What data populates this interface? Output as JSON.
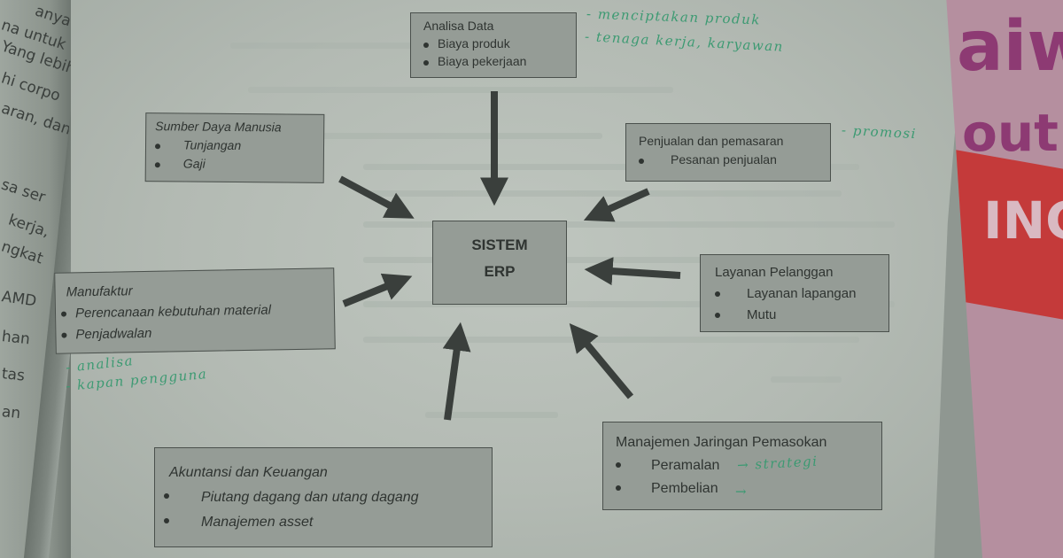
{
  "left_page_fragments": [
    "anya",
    "na untuk",
    "Yang lebih",
    "hi corpo",
    "aran, dan",
    "sa ser",
    "kerja,",
    "ngkat",
    "AMD",
    "han",
    "tas",
    "an"
  ],
  "cover_text": {
    "line1": "aiw",
    "line2": "out",
    "line3": "ING"
  },
  "diagram": {
    "center": {
      "line1": "SISTEM",
      "line2": "ERP"
    },
    "modules": [
      {
        "id": "analisa-data",
        "title": "Analisa Data",
        "items": [
          "Biaya produk",
          "Biaya pekerjaan"
        ]
      },
      {
        "id": "sumber-daya-manusia",
        "title": "Sumber Daya Manusia",
        "items": [
          "Tunjangan",
          "Gaji"
        ]
      },
      {
        "id": "penjualan-pemasaran",
        "title": "Penjualan dan pemasaran",
        "items": [
          "Pesanan penjualan"
        ]
      },
      {
        "id": "layanan-pelanggan",
        "title": "Layanan Pelanggan",
        "items": [
          "Layanan lapangan",
          "Mutu"
        ]
      },
      {
        "id": "manufaktur",
        "title": "Manufaktur",
        "items": [
          "Perencanaan kebutuhan material",
          "Penjadwalan"
        ]
      },
      {
        "id": "akuntansi-keuangan",
        "title": "Akuntansi dan Keuangan",
        "items": [
          "Piutang dagang dan utang dagang",
          "Manajemen asset"
        ]
      },
      {
        "id": "manajemen-jaringan-pemasokan",
        "title": "Manajemen Jaringan Pemasokan",
        "items": [
          "Peramalan",
          "Pembelian"
        ]
      }
    ]
  },
  "handwritten_notes": {
    "analisa_1": "- menciptakan produk",
    "analisa_2": "- tenaga kerja, karyawan",
    "penjualan": "- promosi",
    "manufaktur_1": "- analisa",
    "manufaktur_2": "- kapan pengguna",
    "peramalan": "→ strategi",
    "pembelian": "→"
  },
  "colors": {
    "box_fill": "#959c96",
    "box_border": "#4a504c",
    "arrow": "#3a3f3c",
    "ink_green": "#3c9a72",
    "paper": "#b8bfb8",
    "cover_pink": "#b58f9f",
    "cover_red": "#c43a3a"
  }
}
